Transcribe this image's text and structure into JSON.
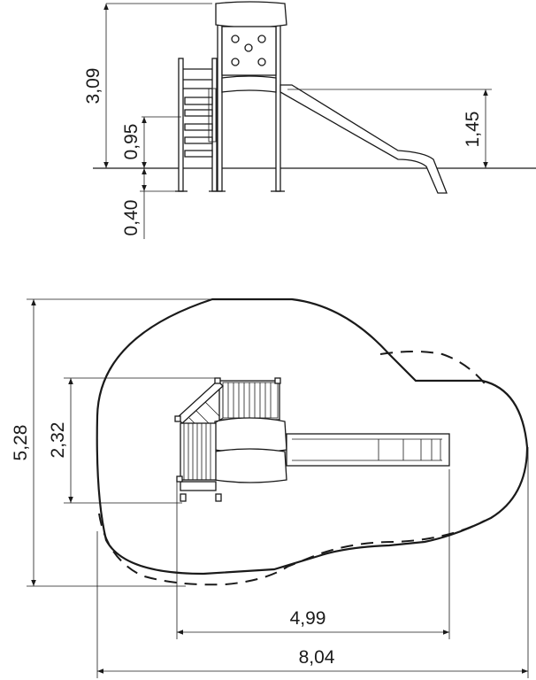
{
  "elevation_view": {
    "dimensions": {
      "total_height": "3,09",
      "platform_height": "0,95",
      "foundation_depth": "0,40",
      "slide_height": "1,45"
    }
  },
  "plan_view": {
    "dimensions": {
      "safety_area_depth": "5,28",
      "structure_depth": "2,32",
      "structure_length": "4,99",
      "safety_area_length": "8,04"
    }
  }
}
